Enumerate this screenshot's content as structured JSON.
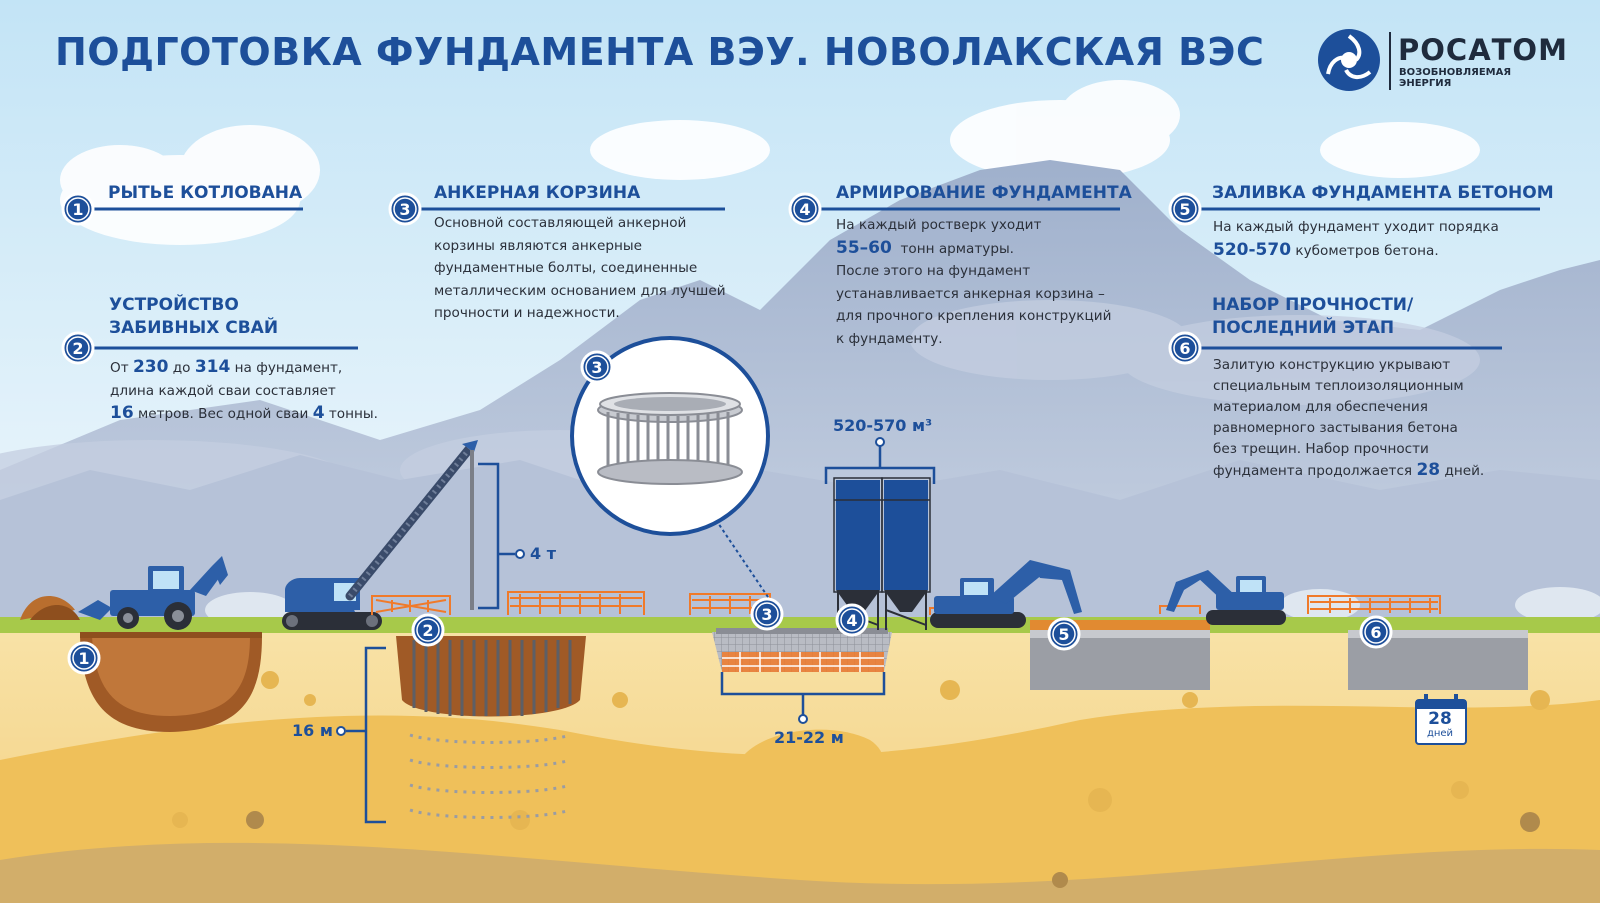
{
  "title": "ПОДГОТОВКА ФУНДАМЕНТА ВЭУ. НОВОЛАКСКАЯ ВЭС",
  "brand": {
    "name": "РОСАТОМ",
    "sub_line1": "ВОЗОБНОВЛЯЕМАЯ",
    "sub_line2": "ЭНЕРГИЯ"
  },
  "colors": {
    "brand_blue": "#1d4f9a",
    "text": "#2b303a",
    "sky": "#d6ecf7",
    "ground": "#f3d288",
    "grass": "#a7c94a",
    "fence": "#f07a2a"
  },
  "steps": [
    {
      "num": "1",
      "heading": "РЫТЬЕ КОТЛОВАНА"
    },
    {
      "num": "2",
      "heading_line1": "УСТРОЙСТВО",
      "heading_line2": "ЗАБИВНЫХ СВАЙ",
      "body": {
        "p1": "От",
        "v1": "230",
        "p2": "до",
        "v2": "314",
        "p3": "на фундамент,",
        "line2": "длина каждой сваи составляет",
        "v3": "16",
        "p4": "метров. Вес одной сваи",
        "v4": "4",
        "p5": "тонны."
      }
    },
    {
      "num": "3",
      "heading": "АНКЕРНАЯ КОРЗИНА",
      "body": [
        "Основной составляющей анкерной",
        "корзины являются анкерные",
        "фундаментные болты, соединенные",
        "металлическим основанием для лучшей",
        "прочности и надежности."
      ]
    },
    {
      "num": "4",
      "heading": "АРМИРОВАНИЕ ФУНДАМЕНТА",
      "body": {
        "line1": "На каждый ростверк уходит",
        "v1": "55–60",
        "p1": "тонн арматуры.",
        "line3": "После этого на фундамент",
        "line4": "устанавливается анкерная корзина –",
        "line5": "для прочного крепления конструкций",
        "line6": "к фундаменту."
      }
    },
    {
      "num": "5",
      "heading": "ЗАЛИВКА ФУНДАМЕНТА БЕТОНОМ",
      "body": {
        "line1": "На каждый фундамент уходит порядка",
        "v1": "520-570",
        "p1": "кубометров бетона."
      }
    },
    {
      "num": "6",
      "heading_line1": "НАБОР ПРОЧНОСТИ/",
      "heading_line2": "ПОСЛЕДНИЙ ЭТАП",
      "body": {
        "lines": [
          "Залитую конструкцию укрывают",
          "специальным теплоизоляционным",
          "материалом для обеспечения",
          "равномерного застывания бетона",
          "без трещин. Набор прочности"
        ],
        "p_last": "фундамента продолжается",
        "v_last": "28",
        "p_end": "дней."
      }
    }
  ],
  "scene": {
    "markers": [
      "1",
      "2",
      "3",
      "4",
      "5",
      "6"
    ],
    "dim_weight": "4 т",
    "dim_depth": "16 м",
    "dim_width": "21-22 м",
    "dim_concrete": "520-570 м³",
    "calendar": {
      "num": "28",
      "label": "дней"
    }
  }
}
